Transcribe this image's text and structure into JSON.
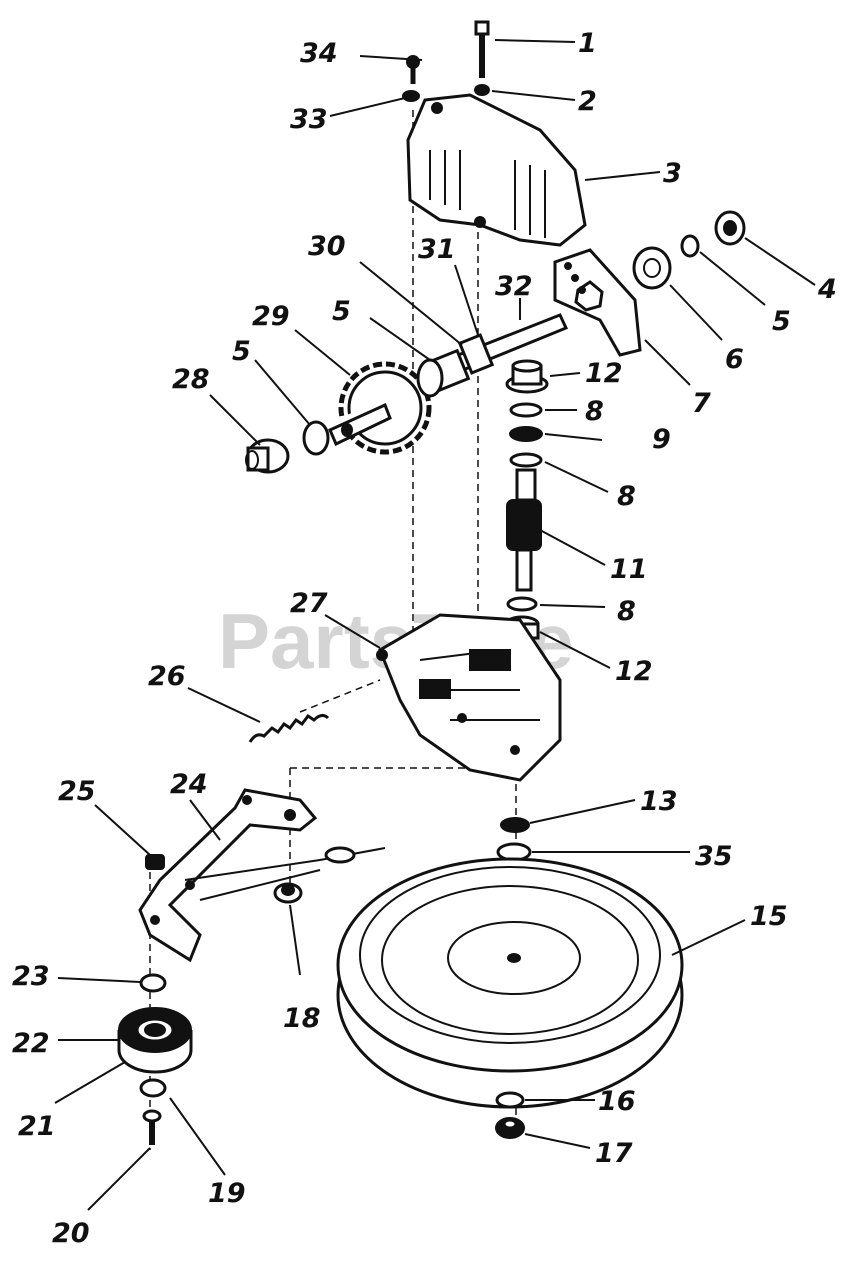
{
  "watermark": "PartsTree",
  "callouts": [
    {
      "id": "1",
      "label": "1"
    },
    {
      "id": "2",
      "label": "2"
    },
    {
      "id": "3",
      "label": "3"
    },
    {
      "id": "4",
      "label": "4"
    },
    {
      "id": "5a",
      "label": "5"
    },
    {
      "id": "5b",
      "label": "5"
    },
    {
      "id": "5c",
      "label": "5"
    },
    {
      "id": "6",
      "label": "6"
    },
    {
      "id": "7",
      "label": "7"
    },
    {
      "id": "8a",
      "label": "8"
    },
    {
      "id": "8b",
      "label": "8"
    },
    {
      "id": "8c",
      "label": "8"
    },
    {
      "id": "9",
      "label": "9"
    },
    {
      "id": "11",
      "label": "11"
    },
    {
      "id": "12a",
      "label": "12"
    },
    {
      "id": "12b",
      "label": "12"
    },
    {
      "id": "13",
      "label": "13"
    },
    {
      "id": "15",
      "label": "15"
    },
    {
      "id": "16",
      "label": "16"
    },
    {
      "id": "17",
      "label": "17"
    },
    {
      "id": "18",
      "label": "18"
    },
    {
      "id": "19",
      "label": "19"
    },
    {
      "id": "20",
      "label": "20"
    },
    {
      "id": "21",
      "label": "21"
    },
    {
      "id": "22",
      "label": "22"
    },
    {
      "id": "23",
      "label": "23"
    },
    {
      "id": "24",
      "label": "24"
    },
    {
      "id": "25",
      "label": "25"
    },
    {
      "id": "26",
      "label": "26"
    },
    {
      "id": "27",
      "label": "27"
    },
    {
      "id": "28",
      "label": "28"
    },
    {
      "id": "29",
      "label": "29"
    },
    {
      "id": "30",
      "label": "30"
    },
    {
      "id": "31",
      "label": "31"
    },
    {
      "id": "32",
      "label": "32"
    },
    {
      "id": "33",
      "label": "33"
    },
    {
      "id": "34",
      "label": "34"
    },
    {
      "id": "35",
      "label": "35"
    }
  ]
}
